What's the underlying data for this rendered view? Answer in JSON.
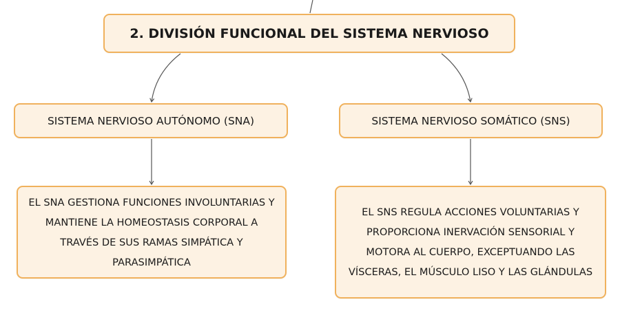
{
  "diagram": {
    "root": {
      "label": "2. DIVISIÓN FUNCIONAL DEL SISTEMA NERVIOSO"
    },
    "branches": [
      {
        "label": "SISTEMA NERVIOSO AUTÓNOMO (SNA)",
        "description": "EL SNA GESTIONA FUNCIONES INVOLUNTARIAS Y MANTIENE LA HOMEOSTASIS CORPORAL A TRAVÉS DE SUS RAMAS SIMPÁTICA Y PARASIMPÁTICA"
      },
      {
        "label": "SISTEMA NERVIOSO SOMÁTICO (SNS)",
        "description": "EL SNS REGULA ACCIONES VOLUNTARIAS Y PROPORCIONA INERVACIÓN SENSORIAL Y MOTORA AL CUERPO, EXCEPTUANDO LAS VÍSCERAS, EL MÚSCULO LISO Y LAS GLÁNDULAS"
      }
    ]
  },
  "colors": {
    "node_fill": "#fdf2e3",
    "node_border": "#f0b15c",
    "connector": "#555555",
    "text": "#1a1a1a"
  }
}
